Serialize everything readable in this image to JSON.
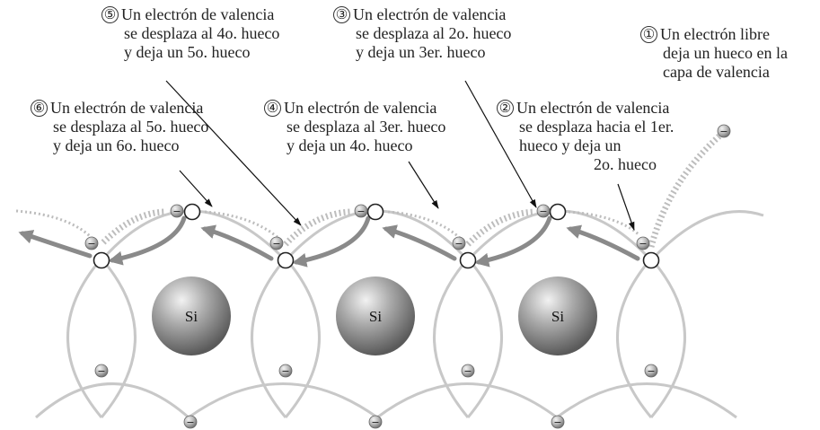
{
  "labels": [
    {
      "num": "⑤",
      "lines": [
        "Un electrón de valencia",
        "se desplaza al 4o. hueco",
        "y deja un 5o. hueco"
      ]
    },
    {
      "num": "③",
      "lines": [
        "Un electrón de valencia",
        "se desplaza al 2o. hueco",
        "y deja un 3er. hueco"
      ]
    },
    {
      "num": "①",
      "lines": [
        "Un electrón libre",
        "deja un hueco en la",
        "capa de valencia"
      ]
    },
    {
      "num": "⑥",
      "lines": [
        "Un electrón de valencia",
        "se desplaza al 5o. hueco",
        "y deja un 6o. hueco"
      ]
    },
    {
      "num": "④",
      "lines": [
        "Un electrón de valencia",
        "se desplaza al 3er. hueco",
        "y deja un 4o. hueco"
      ]
    },
    {
      "num": "②",
      "lines": [
        "Un electrón de valencia",
        "se desplaza hacia el 1er.",
        "hueco y deja un",
        "2o. hueco"
      ]
    }
  ],
  "atoms": [
    "Si",
    "Si",
    "Si"
  ],
  "electron_symbol": "−",
  "colors": {
    "orbit": "#c8c8c8",
    "arrow": "#8a8a8a",
    "text": "#222222",
    "atom": "#8c8c8c"
  }
}
